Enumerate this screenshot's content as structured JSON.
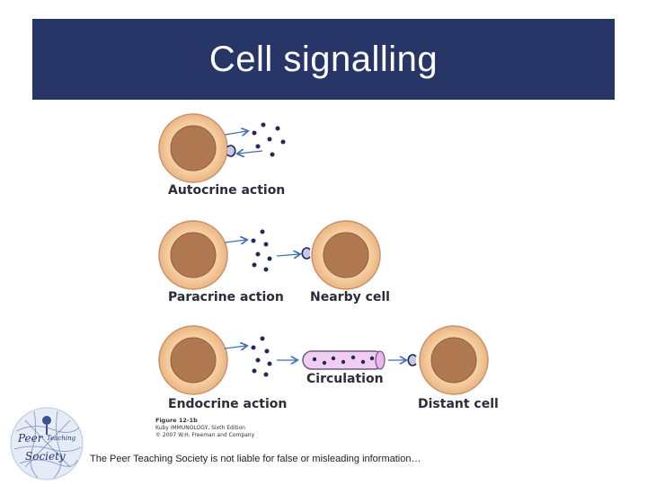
{
  "slide": {
    "title": "Cell signalling",
    "disclaimer": "The Peer Teaching Society is not liable for false or misleading information…"
  },
  "diagram": {
    "autocrine_label": "Autocrine action",
    "paracrine_label": "Paracrine action",
    "nearby_label": "Nearby cell",
    "circulation_label": "Circulation",
    "endocrine_label": "Endocrine action",
    "distant_label": "Distant cell",
    "figure_number": "Figure 12-1b",
    "figure_source": "Kuby IMMUNOLOGY, Sixth Edition",
    "figure_copyright": "© 2007 W.H. Freeman and Company"
  },
  "logo": {
    "line1": "Peer Teaching",
    "line2": "Society"
  },
  "colors": {
    "title_bar": "#283567",
    "cell_membrane": "#f3c79a",
    "cell_outline": "#c9916a",
    "nucleus": "#b07850",
    "molecule": "#1f2a55",
    "arrow": "#3f6fb0",
    "vessel": "#f2cdf2"
  }
}
